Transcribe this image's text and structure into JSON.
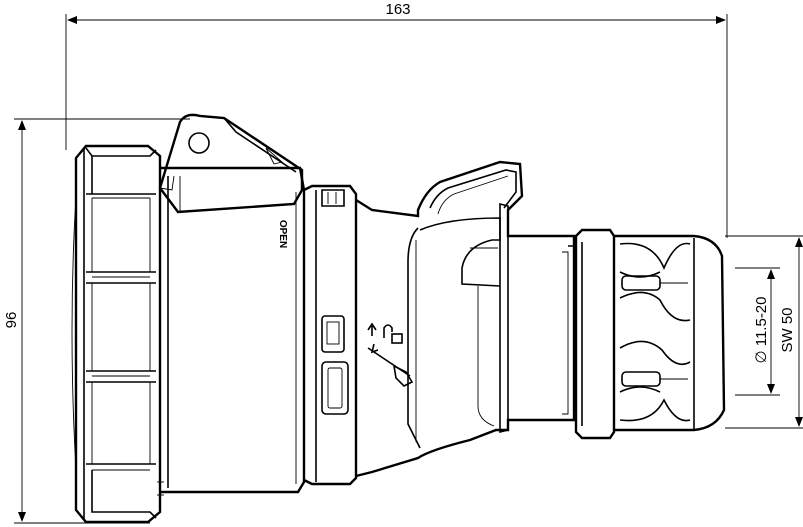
{
  "dimensions": {
    "overall_length": "163",
    "overall_height": "96",
    "cable_diameter": "∅ 11.5-20",
    "wrench_size": "SW 50"
  },
  "labels": {
    "open": "OPEN"
  },
  "icons": [
    "padlock-icon",
    "screwdriver-icon",
    "arrow-up-icon"
  ]
}
